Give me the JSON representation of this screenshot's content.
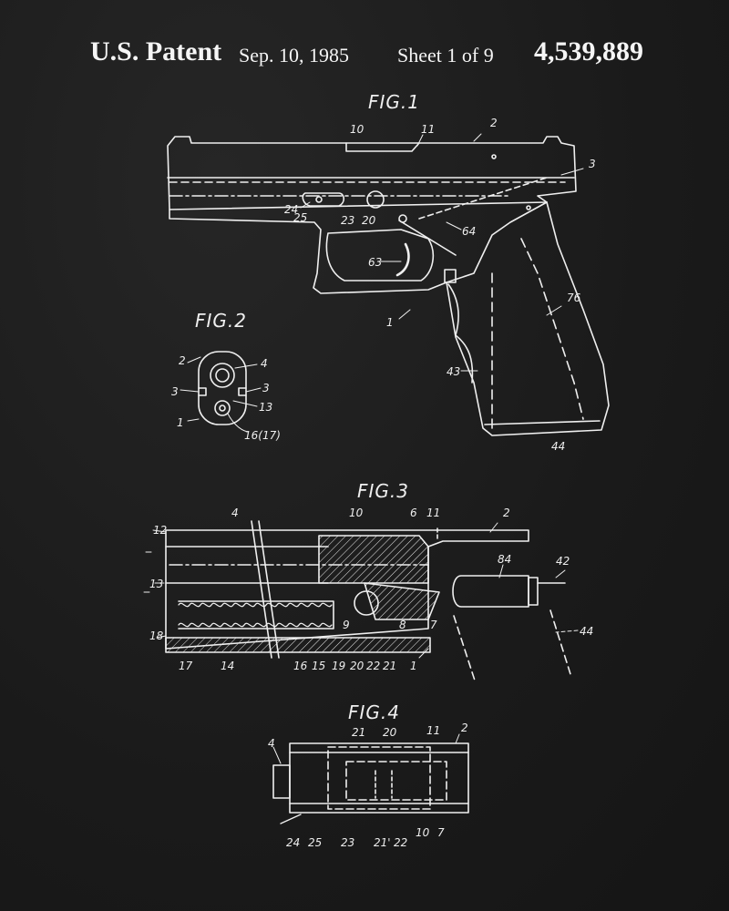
{
  "header": {
    "title": "U.S. Patent",
    "date": "Sep. 10, 1985",
    "sheet": "Sheet 1 of 9",
    "patent_number": "4,539,889"
  },
  "figures": {
    "fig1": "FIG.1",
    "fig2": "FIG.2",
    "fig3": "FIG.3",
    "fig4": "FIG.4"
  },
  "fig1_refs": {
    "r10": "10",
    "r11": "11",
    "r2": "2",
    "r3": "3",
    "r24": "24",
    "r25": "25",
    "r23": "23",
    "r20": "20",
    "r64": "64",
    "r63": "63",
    "r1": "1",
    "r76": "76",
    "r43": "43",
    "r44": "44"
  },
  "fig2_refs": {
    "r2": "2",
    "r4": "4",
    "r3a": "3",
    "r3b": "3",
    "r13": "13",
    "r1": "1",
    "r16": "16(17)"
  },
  "fig3_refs": {
    "r4": "4",
    "r10": "10",
    "r6": "6",
    "r11": "11",
    "r2": "2",
    "r12": "12",
    "r84": "84",
    "r42": "42",
    "r13": "13",
    "r9": "9",
    "r8": "8",
    "r7": "7",
    "r44": "44",
    "r18": "18",
    "r17": "17",
    "r14": "14",
    "r16": "16",
    "r15": "15",
    "r19": "19",
    "r20": "20",
    "r22": "22",
    "r21": "21",
    "r1": "1"
  },
  "fig4_refs": {
    "r21": "21",
    "r20": "20",
    "r11": "11",
    "r2": "2",
    "r4": "4",
    "r24": "24",
    "r25": "25",
    "r23": "23",
    "r21p": "21'",
    "r22": "22",
    "r10": "10",
    "r7": "7"
  },
  "colors": {
    "background": "#1c1c1c",
    "line": "#f2f2f2"
  }
}
